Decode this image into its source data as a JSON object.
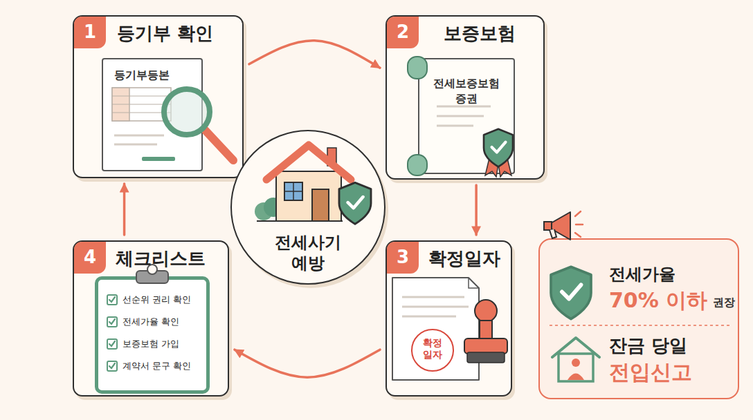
{
  "diagram": {
    "nodes": [
      {
        "text": [
          "1",
          "등기부 확인"
        ]
      },
      {
        "text": [
          "등기부등본"
        ],
        "in": 0
      },
      {
        "text": [
          "2",
          "보증보험"
        ]
      },
      {
        "text": [
          "전세보증보험 증권"
        ],
        "in": 2
      },
      {
        "text": [
          "전세사기 예방"
        ]
      },
      {
        "text": [
          "3",
          "확정일자"
        ]
      },
      {
        "text": [
          "확정 일자"
        ],
        "in": 5
      },
      {
        "text": [
          "4",
          "체크리스트"
        ]
      },
      {
        "text": [
          "선순위 권리 확인",
          "전세가율 확인",
          "보증보험 가입",
          "계약서 문구 확인"
        ],
        "in": 7
      },
      {
        "text": [
          "전세가율",
          "70% 이하",
          "권장",
          "잔금 당일",
          "전입신고"
        ]
      }
    ],
    "edges": [
      {
        "from": 0,
        "to": 2,
        "arrow": "to"
      },
      {
        "from": 2,
        "to": 5,
        "arrow": "to"
      },
      {
        "from": 5,
        "to": 7,
        "arrow": "to"
      },
      {
        "from": 7,
        "to": 0,
        "arrow": "to"
      }
    ]
  }
}
